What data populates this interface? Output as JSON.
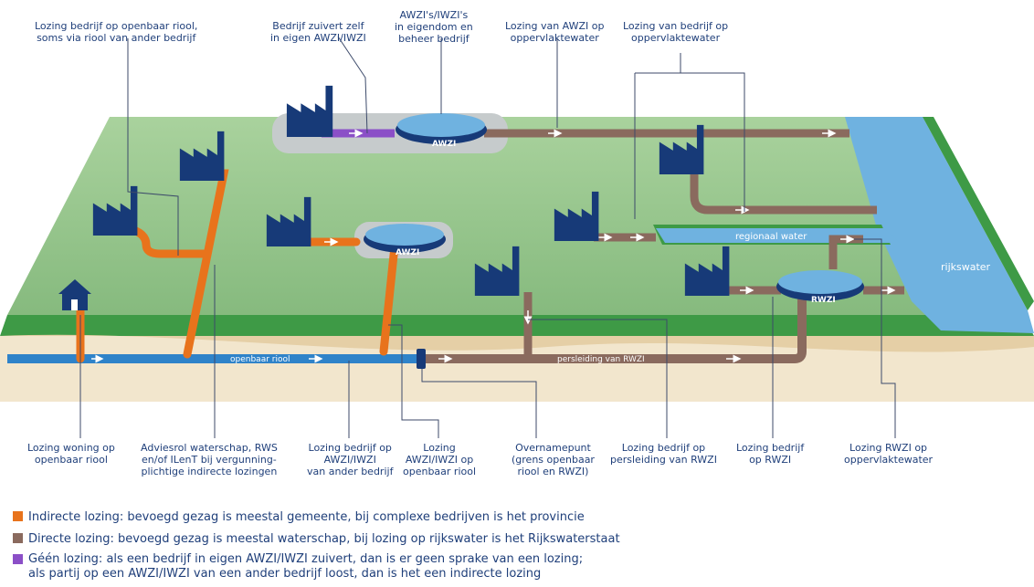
{
  "labels": {
    "top1": "Lozing bedrijf op openbaar riool,\nsoms via riool van ander bedrijf",
    "top2": "Bedrijf zuivert zelf\nin eigen AWZI/IWZI",
    "top3": "AWZI's/IWZI's\nin eigendom en\nbeheer bedrijf",
    "top4": "Lozing van AWZI op\noppervlaktewater",
    "top5": "Lozing van bedrijf op\noppervlaktewater",
    "bot1": "Lozing woning op\nopenbaar riool",
    "bot2": "Adviesrol waterschap, RWS\nen/of ILenT bij vergunning-\nplichtige indirecte lozingen",
    "bot3": "Lozing bedrijf op\nAWZI/IWZI\nvan ander bedrijf",
    "bot4": "Lozing\nAWZI/IWZI op\nopenbaar riool",
    "bot5": "Overnamepunt\n(grens openbaar\nriool en RWZI)",
    "bot6": "Lozing bedrijf op\npersleiding van RWZI",
    "bot7": "Lozing bedrijf\nop RWZI",
    "bot8": "Lozing RWZI op\noppervlaktewater"
  },
  "scene": {
    "awzi": "AWZI",
    "rwzi": "RWZI",
    "openbaar_riool": "openbaar riool",
    "persleiding": "persleiding van RWZI",
    "regionaal_water": "regionaal water",
    "rijkswater": "rijkswater"
  },
  "legend": [
    {
      "color": "#e8731c",
      "text": "Indirecte lozing: bevoegd gezag is meestal gemeente, bij complexe bedrijven is het provincie"
    },
    {
      "color": "#8a6a5e",
      "text": "Directe lozing: bevoegd gezag is meestal waterschap, bij lozing op rijkswater is het Rijkswaterstaat"
    },
    {
      "color": "#8b4fc7",
      "text": "Géén lozing: als een bedrijf in eigen AWZI/IWZI zuivert, dan is er geen sprake van een lozing;\nals partij op een AWZI/IWZI van een ander bedrijf loost, dan is het een indirecte lozing"
    }
  ],
  "colors": {
    "indirect": "#e8731c",
    "direct": "#8a6a5e",
    "none": "#8b4fc7",
    "factory": "#173a78",
    "water": "#6fb2e0",
    "grass": "#9dc793",
    "sewer": "#2f83c9"
  },
  "icons": [
    "factory-icon",
    "house-icon",
    "treatment-plant-icon",
    "flow-arrow-icon"
  ]
}
